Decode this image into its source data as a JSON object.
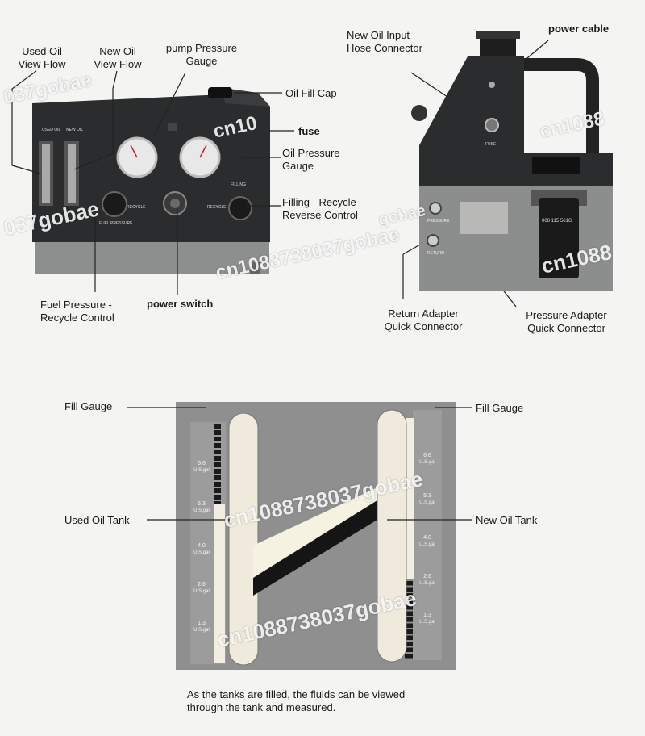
{
  "left_machine": {
    "labels": {
      "used_oil_view_flow": "Used Oil\nView Flow",
      "new_oil_view_flow": "New Oil\nView Flow",
      "pump_pressure_gauge": "pump Pressure\nGauge",
      "oil_fill_cap": "Oil Fill Cap",
      "fuse": "fuse",
      "oil_pressure_gauge": "Oil Pressure\nGauge",
      "filling_recycle_reverse": "Filling - Recycle\nReverse Control",
      "fuel_pressure_recycle": "Fuel Pressure -\nRecycle Control",
      "power_switch": "power switch"
    },
    "panel_text": {
      "used_oil": "USED OIL",
      "new_oil": "NEW OIL",
      "recycle_left": "RECYCLE",
      "fuel_pressure": "FUEL PRESSURE",
      "filling": "FILLING",
      "recycle_right": "RECYCLE"
    }
  },
  "right_machine": {
    "labels": {
      "new_oil_input": "New Oil Input\nHose Connector",
      "power_cable": "power cable",
      "return_adapter": "Return Adapter\nQuick Connector",
      "pressure_adapter": "Pressure Adapter\nQuick Connector"
    },
    "panel_text": {
      "fuse": "FUSE",
      "pressure": "PRESSURE",
      "return": "RETURN",
      "filter_part": "008 115 561G"
    }
  },
  "tank_diagram": {
    "labels": {
      "fill_gauge_left": "Fill Gauge",
      "fill_gauge_right": "Fill Gauge",
      "used_oil_tank": "Used Oil Tank",
      "new_oil_tank": "New Oil Tank"
    },
    "gauge_marks": [
      {
        "value": "6.6",
        "unit": "U.S.gal"
      },
      {
        "value": "5.3",
        "unit": "U.S.gal"
      },
      {
        "value": "4.0",
        "unit": "U.S.gal"
      },
      {
        "value": "2.6",
        "unit": "U.S.gal"
      },
      {
        "value": "1.3",
        "unit": "U.S.gal"
      }
    ],
    "caption": "As the tanks are filled, the fluids can be viewed\nthrough the tank and measured."
  },
  "watermark": {
    "text": "cn1088738037gobae",
    "fragment_a": "037gobae",
    "fragment_b": "cn10",
    "fragment_c": "cn1088",
    "fragment_d": "gobae"
  },
  "colors": {
    "panel_dark": "#2a2c2e",
    "machine_body": "#8a8c8c",
    "diagram_bg": "#8f8f8f",
    "gauge_strip": "#9a9a9a",
    "tank_tube": "#eeeadc"
  }
}
